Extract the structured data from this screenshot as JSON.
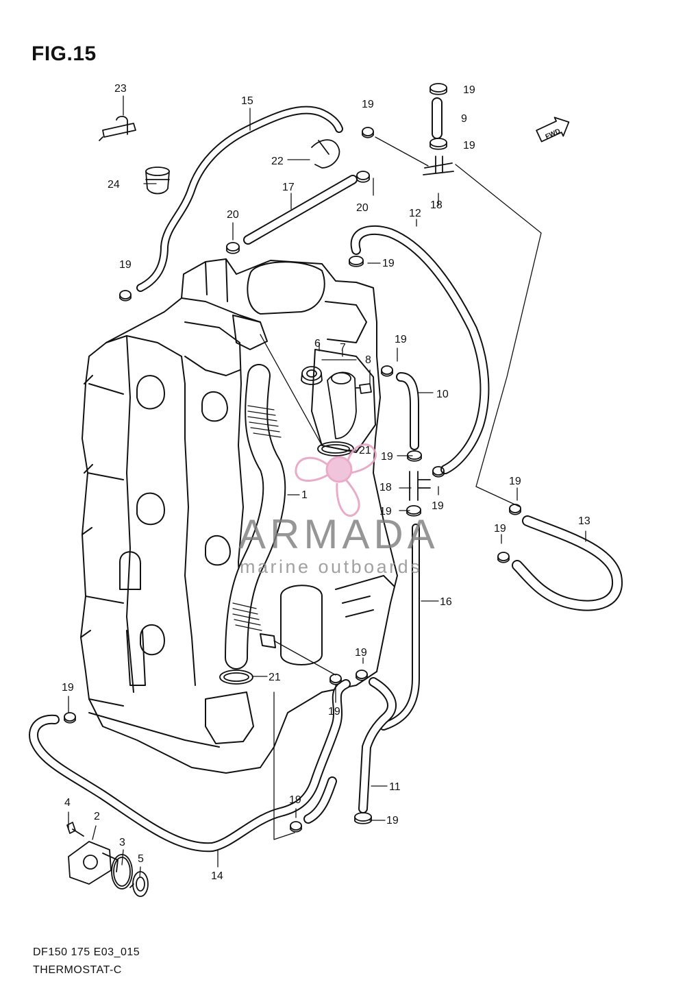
{
  "figure": {
    "title": "FIG.15",
    "caption_line1": "DF150 175 E03_015",
    "caption_line2": "THERMOSTAT-C",
    "fwd_label": "FWD"
  },
  "watermark": {
    "brand": "ARMADA",
    "tagline": "marine outboards",
    "logo": "propeller-logo",
    "color": "#e8a2c4"
  },
  "part_labels": [
    {
      "id": "lbl-23",
      "text": "23"
    },
    {
      "id": "lbl-15",
      "text": "15"
    },
    {
      "id": "lbl-19a",
      "text": "19"
    },
    {
      "id": "lbl-19b",
      "text": "19"
    },
    {
      "id": "lbl-9",
      "text": "9"
    },
    {
      "id": "lbl-19c",
      "text": "19"
    },
    {
      "id": "lbl-22",
      "text": "22"
    },
    {
      "id": "lbl-24",
      "text": "24"
    },
    {
      "id": "lbl-17",
      "text": "17"
    },
    {
      "id": "lbl-20a",
      "text": "20"
    },
    {
      "id": "lbl-18a",
      "text": "18"
    },
    {
      "id": "lbl-20b",
      "text": "20"
    },
    {
      "id": "lbl-12",
      "text": "12"
    },
    {
      "id": "lbl-19d",
      "text": "19"
    },
    {
      "id": "lbl-19e",
      "text": "19"
    },
    {
      "id": "lbl-6",
      "text": "6"
    },
    {
      "id": "lbl-7",
      "text": "7"
    },
    {
      "id": "lbl-19f",
      "text": "19"
    },
    {
      "id": "lbl-8",
      "text": "8"
    },
    {
      "id": "lbl-10",
      "text": "10"
    },
    {
      "id": "lbl-21a",
      "text": "21"
    },
    {
      "id": "lbl-19g",
      "text": "19"
    },
    {
      "id": "lbl-18b",
      "text": "18"
    },
    {
      "id": "lbl-19h",
      "text": "19"
    },
    {
      "id": "lbl-19i",
      "text": "19"
    },
    {
      "id": "lbl-19j",
      "text": "19"
    },
    {
      "id": "lbl-1",
      "text": "1"
    },
    {
      "id": "lbl-13",
      "text": "13"
    },
    {
      "id": "lbl-19k",
      "text": "19"
    },
    {
      "id": "lbl-16",
      "text": "16"
    },
    {
      "id": "lbl-19l",
      "text": "19"
    },
    {
      "id": "lbl-21b",
      "text": "21"
    },
    {
      "id": "lbl-19m",
      "text": "19"
    },
    {
      "id": "lbl-19n",
      "text": "19"
    },
    {
      "id": "lbl-11",
      "text": "11"
    },
    {
      "id": "lbl-4",
      "text": "4"
    },
    {
      "id": "lbl-2",
      "text": "2"
    },
    {
      "id": "lbl-19o",
      "text": "19"
    },
    {
      "id": "lbl-19p",
      "text": "19"
    },
    {
      "id": "lbl-3",
      "text": "3"
    },
    {
      "id": "lbl-5",
      "text": "5"
    },
    {
      "id": "lbl-14",
      "text": "14"
    }
  ]
}
